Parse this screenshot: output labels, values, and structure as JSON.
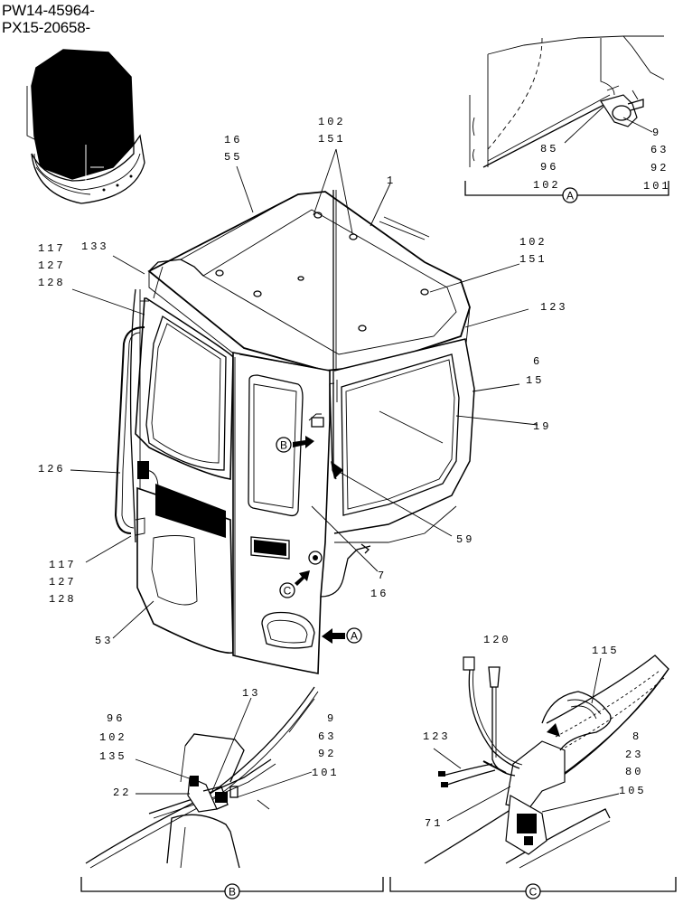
{
  "header": {
    "serial_1": "PW14-45964-",
    "serial_2": "PX15-20658-"
  },
  "main_labels": {
    "l16": "16",
    "l55": "55",
    "l102a": "102",
    "l151a": "151",
    "l1": "1",
    "l117a": "117",
    "l133": "133",
    "l127a": "127",
    "l128a": "128",
    "l102b": "102",
    "l151b": "151",
    "l123": "123",
    "l6": "6",
    "l15": "15",
    "l19": "19",
    "l126": "126",
    "l59": "59",
    "l117b": "117",
    "l127b": "127",
    "l128b": "128",
    "l7": "7",
    "l16b": "16",
    "l53": "53"
  },
  "callouts": {
    "b": "B",
    "c": "C",
    "a": "A"
  },
  "detail_a": {
    "letter": "A",
    "l9": "9",
    "l85": "85",
    "l63": "63",
    "l96": "96",
    "l92": "92",
    "l102": "102",
    "l101": "101"
  },
  "detail_b": {
    "letter": "B",
    "l13": "13",
    "l96": "96",
    "l9": "9",
    "l102": "102",
    "l63": "63",
    "l135": "135",
    "l92": "92",
    "l101": "101",
    "l22": "22"
  },
  "detail_c": {
    "letter": "C",
    "l120": "120",
    "l115": "115",
    "l123": "123",
    "l8": "8",
    "l23": "23",
    "l80": "80",
    "l105": "105",
    "l71": "71"
  }
}
